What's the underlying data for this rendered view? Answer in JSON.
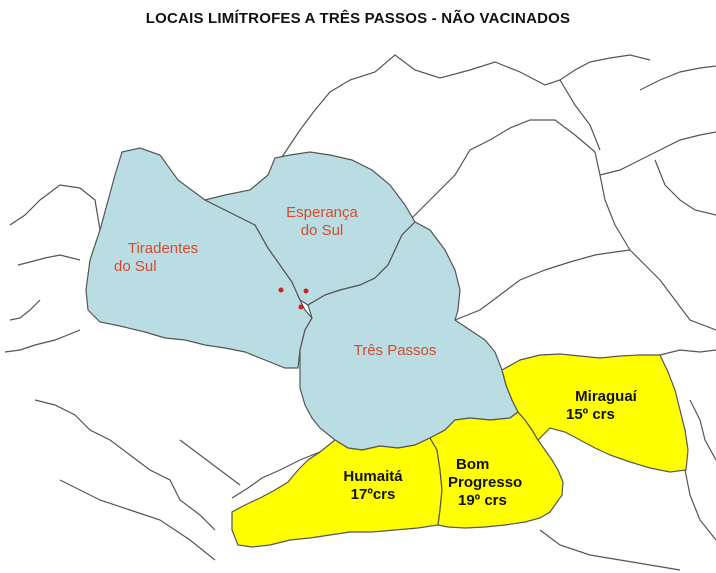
{
  "title": "LOCAIS LIMÍTROFES A TRÊS PASSOS - NÃO VACINADOS",
  "colors": {
    "unvaccinated_region": "#b9dde3",
    "neighbor_region": "#ffff00",
    "border_line": "#555555",
    "background_region": "#ffffff",
    "label_unvaccinated": "#d94a2c",
    "label_neighbor": "#111111",
    "marker": "#cc2222"
  },
  "regions": {
    "tiradentes": {
      "line1": "Tiradentes",
      "line2": "do Sul"
    },
    "esperanca": {
      "line1": "Esperança",
      "line2": "do Sul"
    },
    "tres_passos": {
      "line1": "Três Passos"
    },
    "humaita": {
      "line1": "Humaitá",
      "line2": "17ºcrs"
    },
    "bom_progresso": {
      "line1": "Bom",
      "line2": "Progresso",
      "line3": "19º crs"
    },
    "miraguai": {
      "line1": "Miraguaí",
      "line2": "15º crs"
    }
  }
}
